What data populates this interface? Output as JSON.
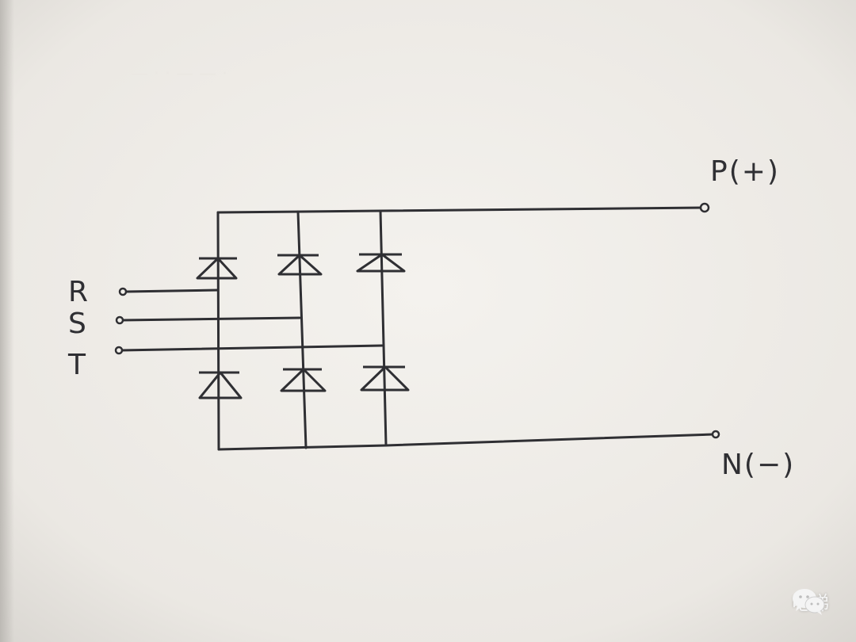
{
  "diagram": {
    "terminals": {
      "r": "R",
      "s": "S",
      "t": "T",
      "positive": "P(+)",
      "negative": "N(−)"
    },
    "components": [
      {
        "id": "D1",
        "kind": "diode",
        "position": "upper",
        "phase": "R"
      },
      {
        "id": "D2",
        "kind": "diode",
        "position": "upper",
        "phase": "S"
      },
      {
        "id": "D3",
        "kind": "diode",
        "position": "upper",
        "phase": "T"
      },
      {
        "id": "D4",
        "kind": "diode",
        "position": "lower",
        "phase": "R"
      },
      {
        "id": "D5",
        "kind": "diode",
        "position": "lower",
        "phase": "S"
      },
      {
        "id": "D6",
        "kind": "diode",
        "position": "lower",
        "phase": "T"
      }
    ],
    "colors": {
      "paper": "#f1efea",
      "ink": "#2f2f33"
    }
  },
  "watermark": {
    "icon": "wechat-icon",
    "text": "电梯"
  }
}
